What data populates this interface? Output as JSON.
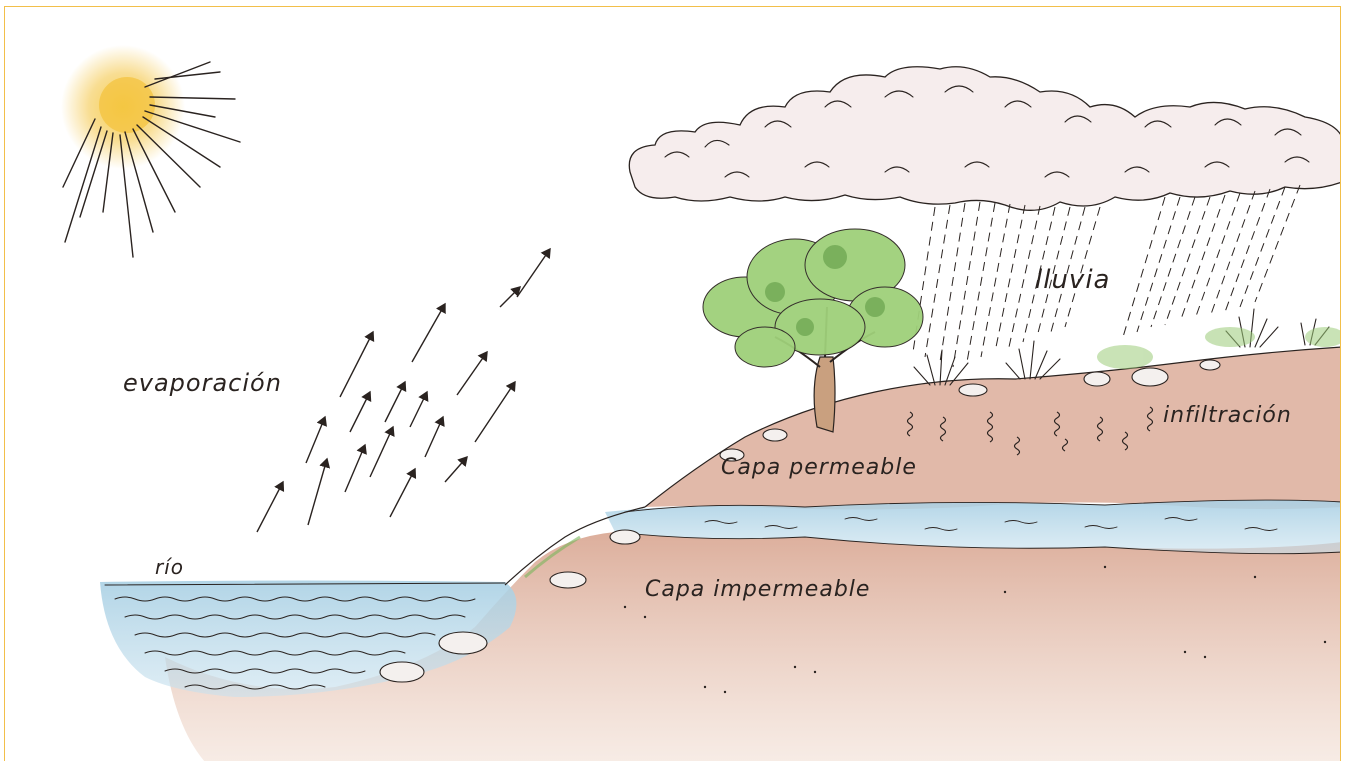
{
  "labels": {
    "evaporation": "evaporación",
    "river": "río",
    "rain": "lluvia",
    "infiltration": "infiltración",
    "permeable_layer": "Capa permeable",
    "impermeable_layer": "Capa impermeable"
  },
  "icons": {
    "sun": "sun-icon",
    "cloud": "cloud-icon",
    "tree": "tree-icon",
    "rain": "rain-streaks-icon",
    "arrow": "evaporation-arrow-icon"
  },
  "colors": {
    "frame_border": "#f2bf4a",
    "sun": "#f3c23a",
    "water": "#9fc9e0",
    "soil": "#d7a48c",
    "foliage": "#8fc86a",
    "ink": "#2a2320"
  }
}
